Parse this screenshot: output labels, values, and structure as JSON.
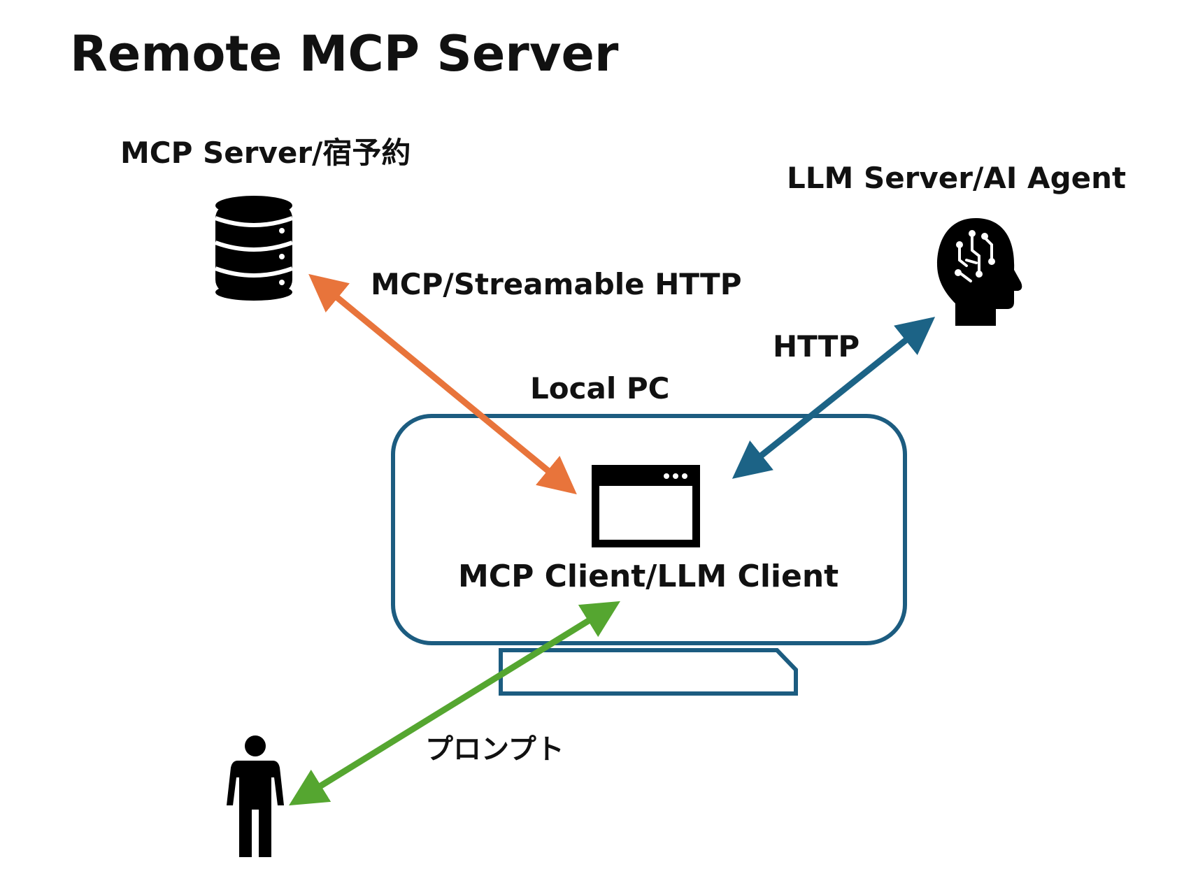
{
  "title": "Remote MCP Server",
  "nodes": {
    "mcp_server": {
      "label": "MCP Server/宿予約",
      "icon": "database-icon"
    },
    "llm_server": {
      "label": "LLM Server/AI Agent",
      "icon": "ai-head-icon"
    },
    "local_pc": {
      "label": "Local PC",
      "icon": "monitor-icon"
    },
    "client": {
      "label": "MCP Client/LLM Client",
      "icon": "app-window-icon"
    },
    "user": {
      "icon": "person-icon"
    }
  },
  "edges": {
    "mcp_streamable": {
      "label": "MCP/Streamable HTTP",
      "color": "#E8743B"
    },
    "http": {
      "label": "HTTP",
      "color": "#1C6386"
    },
    "prompt": {
      "label": "プロンプト",
      "color": "#55A630"
    }
  },
  "colors": {
    "frame": "#1C5C80",
    "icon": "#000000",
    "text": "#111111"
  }
}
